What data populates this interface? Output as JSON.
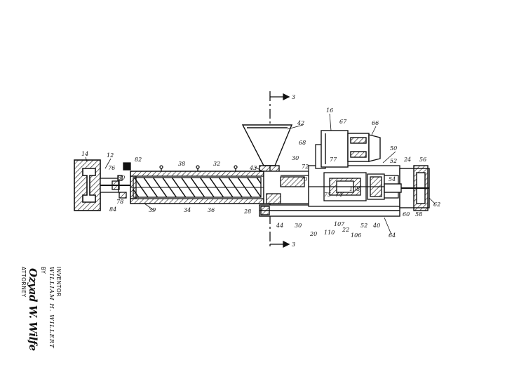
{
  "drawing": {
    "section_marks": {
      "top": "3",
      "bottom": "3"
    },
    "reference_numerals": [
      "14",
      "12",
      "76",
      "82",
      "80",
      "78",
      "84",
      "39",
      "38",
      "32",
      "34",
      "36",
      "43",
      "42",
      "16",
      "67",
      "66",
      "68",
      "30",
      "72",
      "70",
      "77",
      "75",
      "74",
      "108",
      "28",
      "44",
      "30",
      "20",
      "110",
      "107",
      "22",
      "106",
      "52",
      "40",
      "50",
      "52",
      "54",
      "24",
      "56",
      "60",
      "58",
      "62",
      "64"
    ]
  },
  "signature_block": {
    "inventor_label": "INVENTOR",
    "inventor_name": "WILLIAM H. WILLERT",
    "by_label": "BY",
    "attorney_signature": "Ozyad W. Wilfe",
    "attorney_label": "ATTORNEY"
  }
}
